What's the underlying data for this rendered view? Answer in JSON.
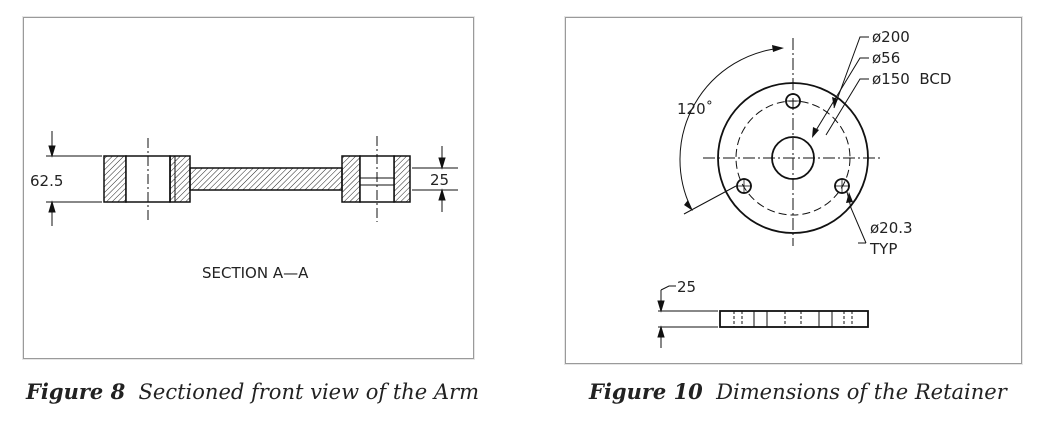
{
  "figure8": {
    "dim_height": "62.5",
    "dim_thickness": "25",
    "section_label": "SECTION A—A",
    "caption_number": "Figure 8",
    "caption_text": "Sectioned front view of the Arm"
  },
  "figure10": {
    "dim_outer": "ø200",
    "dim_center_hole": "ø56",
    "dim_bcd": "ø150  BCD",
    "dim_angle": "120˚",
    "dim_holes": "ø20.3",
    "dim_holes_typ": "TYP",
    "dim_thickness": "25",
    "caption_number": "Figure 10",
    "caption_text": "Dimensions of the Retainer"
  }
}
